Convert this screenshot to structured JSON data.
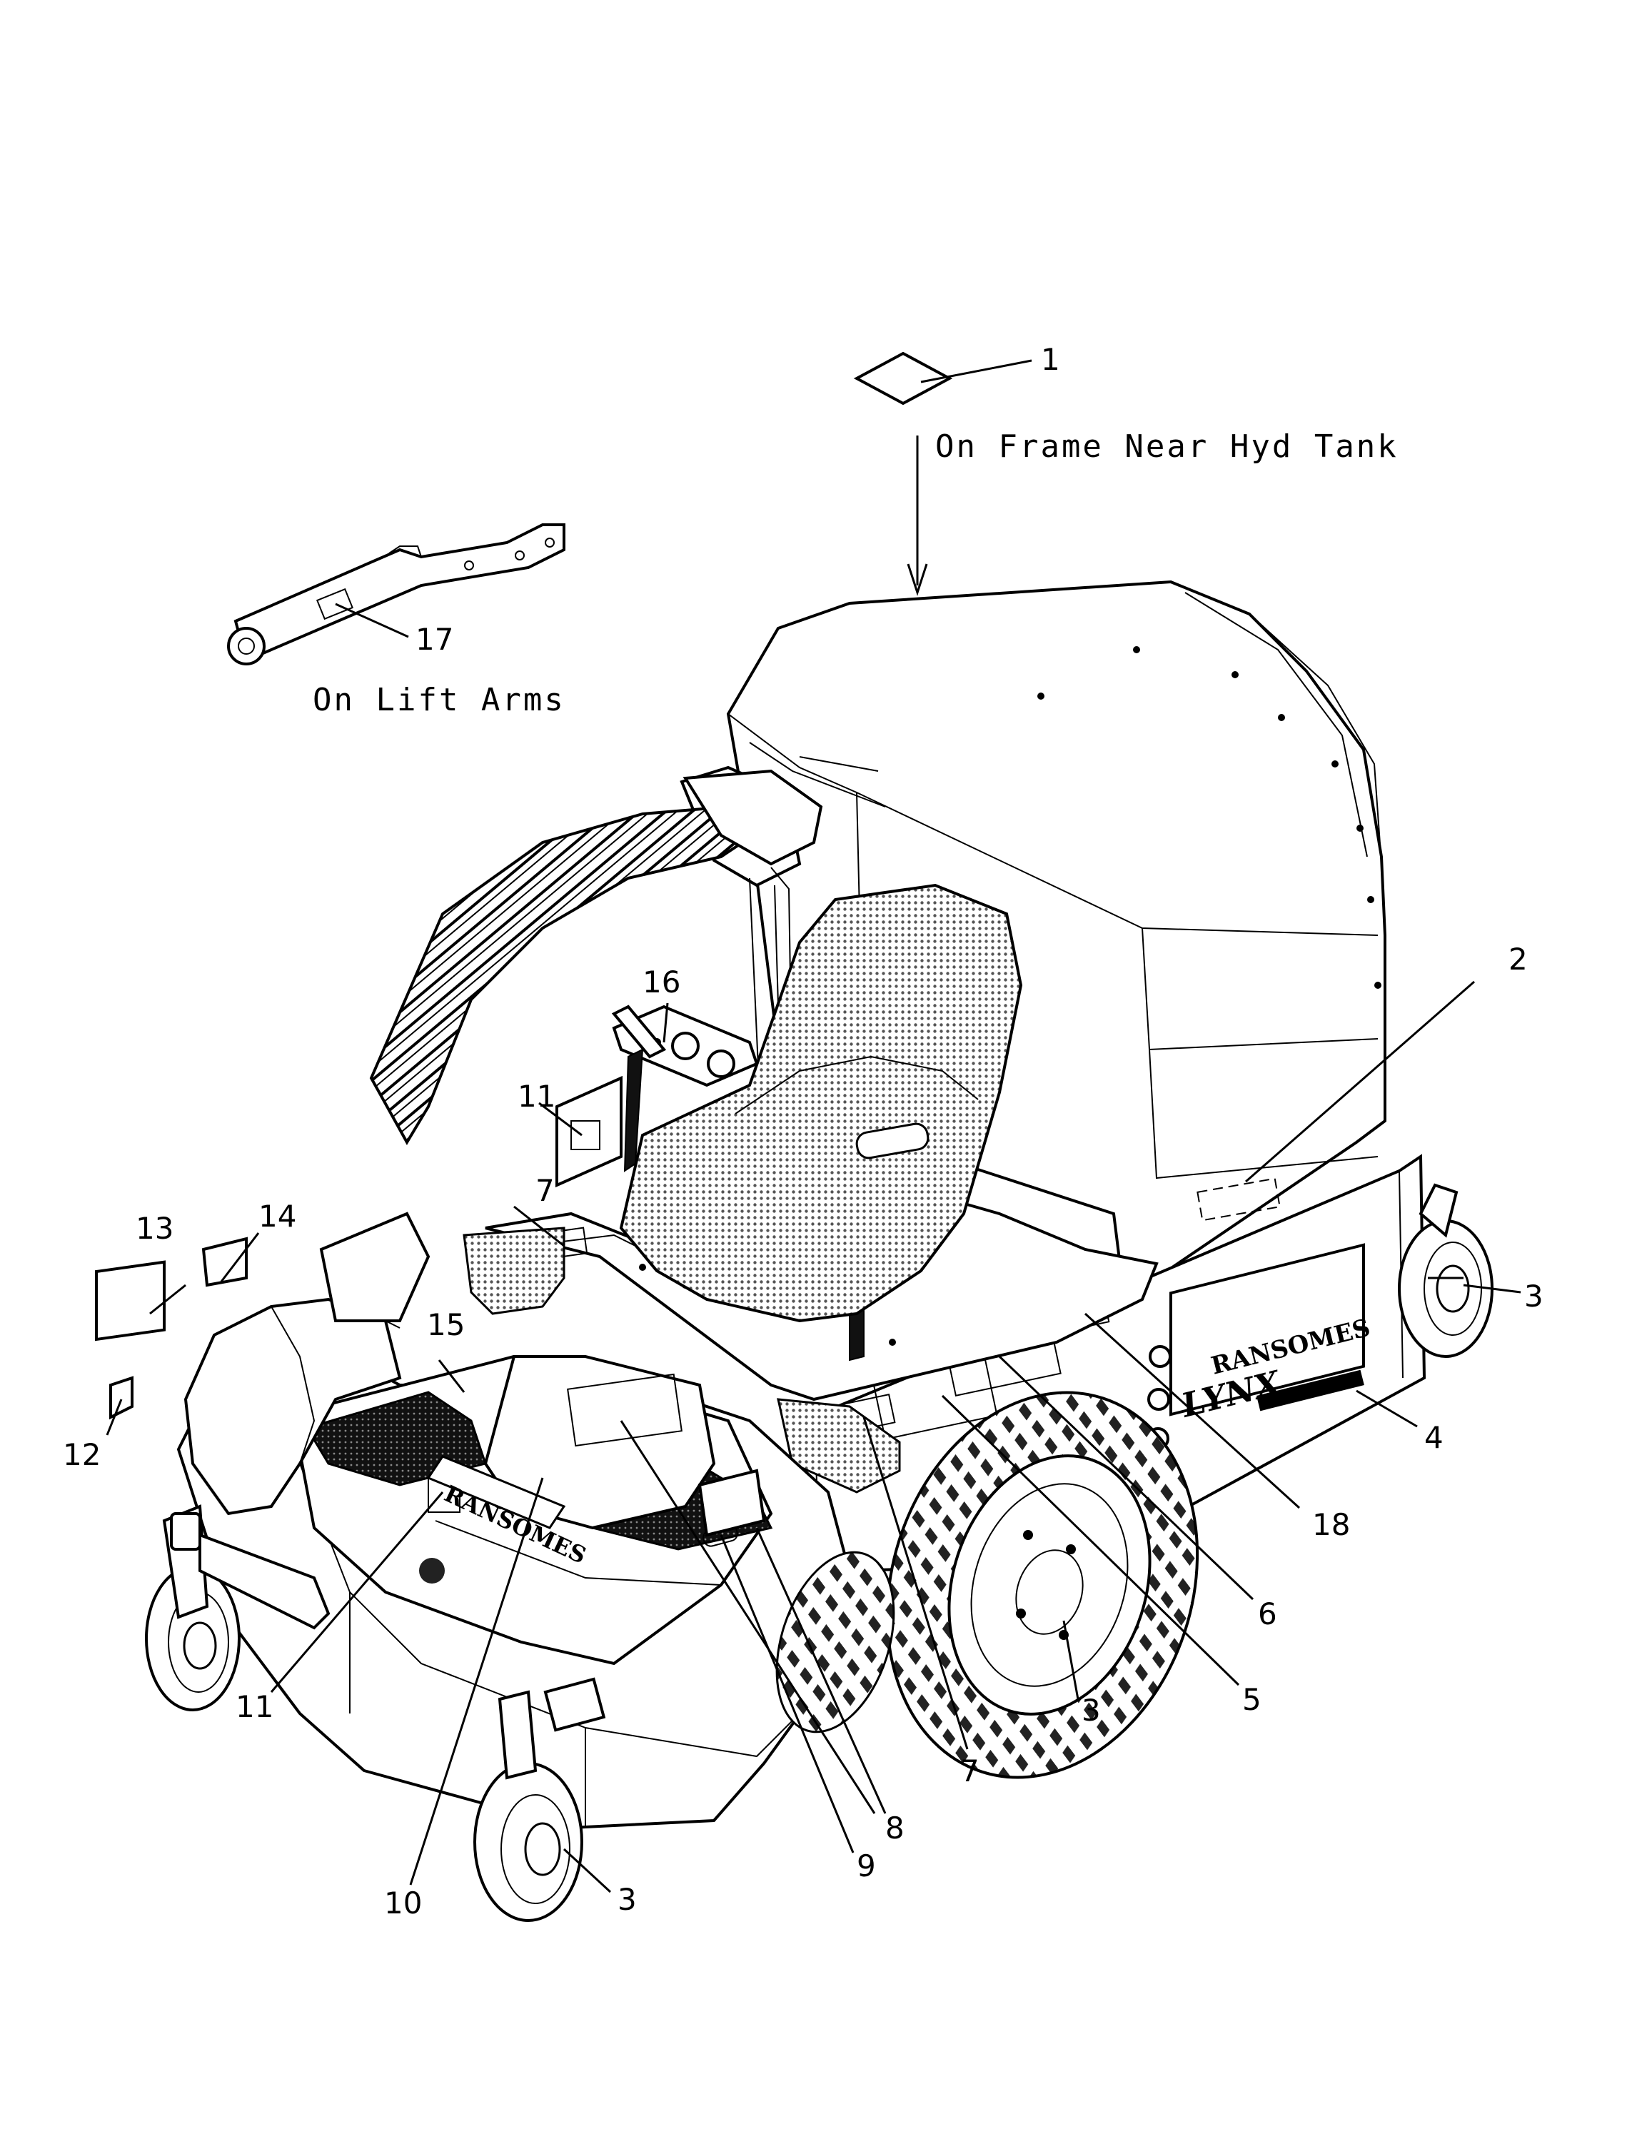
{
  "notes": {
    "hyd_tank": "On Frame Near Hyd Tank",
    "lift_arms": "On Lift Arms"
  },
  "branding": {
    "deck_logo": "RANSOMES",
    "side_logo": "RANSOMES",
    "side_model": "LYNX"
  },
  "callouts": {
    "c1": "1",
    "c2": "2",
    "c3a": "3",
    "c3b": "3",
    "c3c": "3",
    "c4": "4",
    "c5": "5",
    "c6": "6",
    "c7a": "7",
    "c7b": "7",
    "c8": "8",
    "c9": "9",
    "c10": "10",
    "c11a": "11",
    "c11b": "11",
    "c12": "12",
    "c13": "13",
    "c14": "14",
    "c15": "15",
    "c16": "16",
    "c17": "17",
    "c18": "18"
  },
  "colors": {
    "ink": "#000000",
    "paper": "#ffffff",
    "stipple": "#555555"
  }
}
